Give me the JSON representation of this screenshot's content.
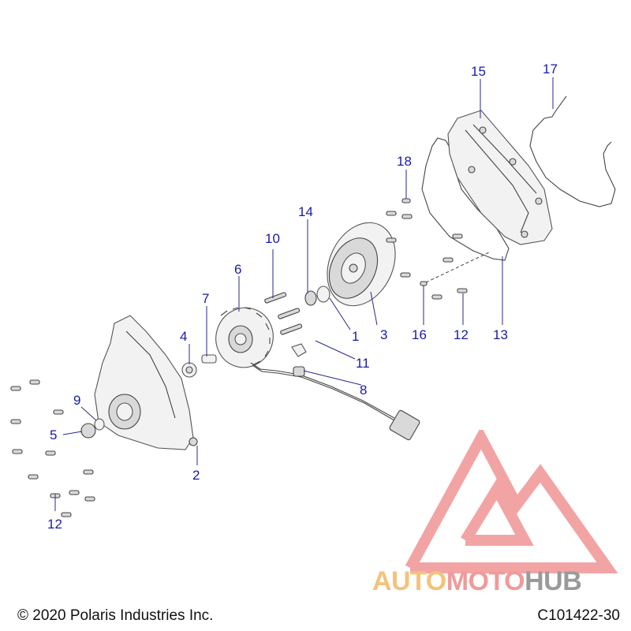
{
  "callouts": {
    "c1": "1",
    "c2": "2",
    "c3": "3",
    "c4": "4",
    "c5": "5",
    "c6": "6",
    "c7": "7",
    "c8": "8",
    "c9": "9",
    "c10": "10",
    "c11": "11",
    "c12a": "12",
    "c12b": "12",
    "c13": "13",
    "c14": "14",
    "c15": "15",
    "c16": "16",
    "c17": "17",
    "c18": "18"
  },
  "footer": {
    "copyright": "© 2020 Polaris Industries Inc.",
    "figure_number": "C101422-30"
  },
  "watermark": {
    "part1": "AUTO",
    "part2": "MOTO",
    "part3": "HUB"
  },
  "colors": {
    "callout": "#1a1aa6",
    "watermark_red": "#e85a5a",
    "watermark_orange": "#f3c37a",
    "watermark_gray": "#9a9a9a"
  }
}
